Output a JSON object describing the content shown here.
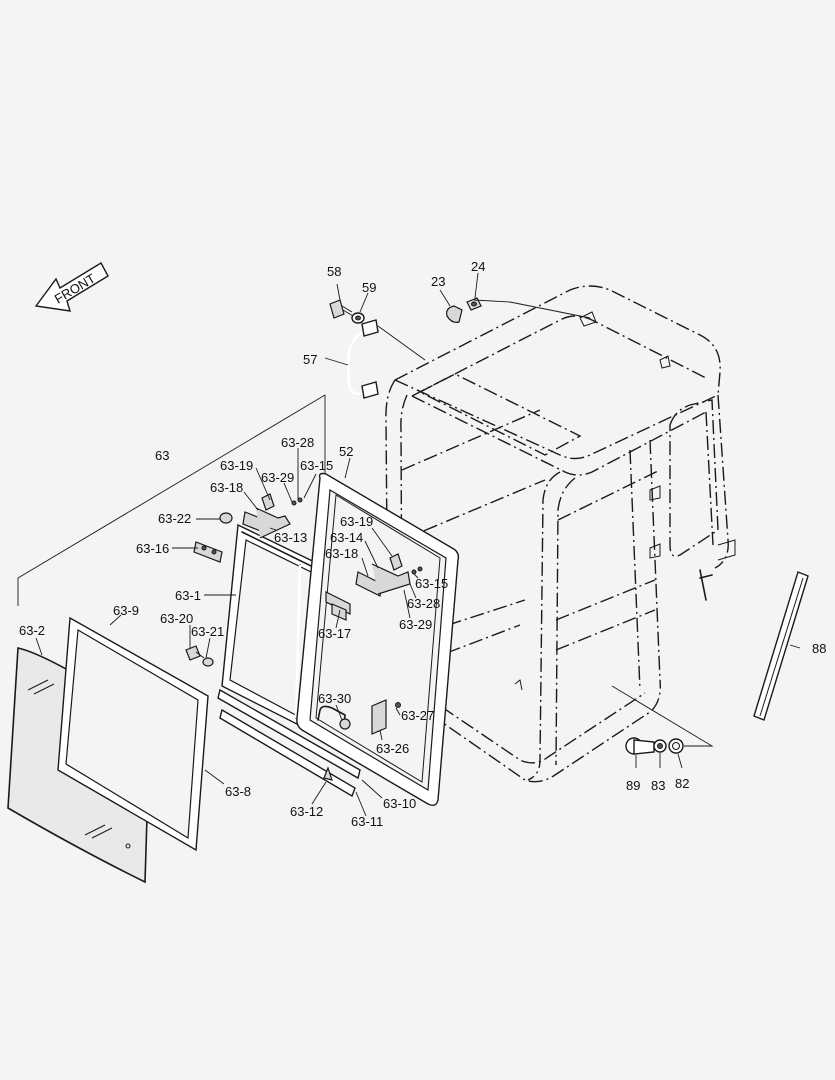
{
  "front_label": "FRONT",
  "labels": {
    "p58": "58",
    "p59": "59",
    "p23": "23",
    "p24": "24",
    "p57": "57",
    "p63": "63",
    "p63_28a": "63-28",
    "p52": "52",
    "p63_19a": "63-19",
    "p63_29a": "63-29",
    "p63_15a": "63-15",
    "p63_18a": "63-18",
    "p63_22": "63-22",
    "p63_13": "63-13",
    "p63_19b": "63-19",
    "p63_14": "63-14",
    "p63_18b": "63-18",
    "p63_16": "63-16",
    "p63_15b": "63-15",
    "p63_28b": "63-28",
    "p63_1": "63-1",
    "p63_9": "63-9",
    "p63_17": "63-17",
    "p63_29b": "63-29",
    "p63_20": "63-20",
    "p63_21": "63-21",
    "p63_2": "63-2",
    "p63_30": "63-30",
    "p63_27": "63-27",
    "p63_26": "63-26",
    "p88": "88",
    "p89": "89",
    "p83": "83",
    "p82": "82",
    "p63_8": "63-8",
    "p63_10": "63-10",
    "p63_12": "63-12",
    "p63_11": "63-11"
  }
}
